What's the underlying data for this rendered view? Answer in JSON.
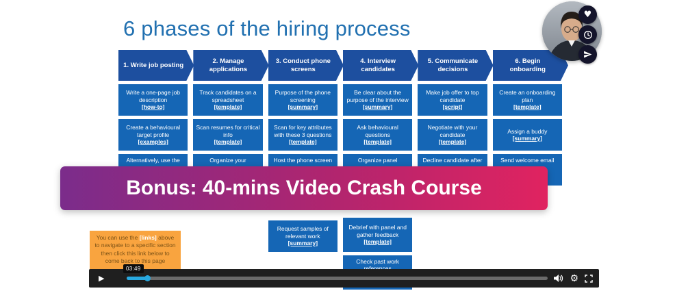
{
  "slide": {
    "title": "6 phases of the hiring process",
    "banner": "Bonus: 40-mins Video Crash Course",
    "note": {
      "pre": "You can use the ",
      "link": "[links]",
      "post": " above to navigate to a specific section then click this link below to come back to this page"
    },
    "phases": [
      {
        "header": "1. Write job posting",
        "cards": [
          {
            "text": "Write a one-page job description",
            "link": "[how-to]"
          },
          {
            "text": "Create a behavioural target profile",
            "link": "[examples]"
          },
          {
            "text": "Alternatively, use the",
            "link": ""
          }
        ]
      },
      {
        "header": "2. Manage applications",
        "cards": [
          {
            "text": "Track candidates on a spreadsheet",
            "link": "[template]"
          },
          {
            "text": "Scan resumes for critical info",
            "link": "[template]"
          },
          {
            "text": "Organize your",
            "link": ""
          }
        ]
      },
      {
        "header": "3. Conduct phone screens",
        "cards": [
          {
            "text": "Purpose of the phone screening",
            "link": "[summary]"
          },
          {
            "text": "Scan for key attributes with these 3 questions",
            "link": "[template]"
          },
          {
            "text": "Host the phone screen",
            "link": ""
          },
          {
            "text": "Request samples of relevant work",
            "link": "[summary]"
          }
        ]
      },
      {
        "header": "4. Interview candidates",
        "cards": [
          {
            "text": "Be clear about the purpose of the interview",
            "link": "[summary]"
          },
          {
            "text": "Ask behavioural questions",
            "link": "[template]"
          },
          {
            "text": "Organize panel",
            "link": ""
          },
          {
            "text": "Debrief with panel and gather feedback",
            "link": "[template]"
          },
          {
            "text": "Check past work references",
            "link": ""
          }
        ]
      },
      {
        "header": "5. Communicate decisions",
        "cards": [
          {
            "text": "Make job offer to top candidate",
            "link": "[script]"
          },
          {
            "text": "Negotiate with your candidate",
            "link": "[template]"
          },
          {
            "text": "Decline candidate after",
            "link": ""
          }
        ]
      },
      {
        "header": "6. Begin onboarding",
        "cards": [
          {
            "text": "Create an onboarding plan",
            "link": "[template]"
          },
          {
            "text": "Assign a buddy",
            "link": "[summary]"
          },
          {
            "text": "Send welcome email",
            "link": ""
          }
        ]
      }
    ]
  },
  "player": {
    "time": "03:49"
  },
  "icons": {
    "play": "▶",
    "heart": "♥",
    "gear": "⚙"
  },
  "colors": {
    "title_blue": "#2170b0",
    "header_blue": "#1d4f9f",
    "card_blue": "#1566b5",
    "banner_gradient_start": "#7b2c8b",
    "banner_gradient_end": "#e02360",
    "note_orange": "#f9a43f",
    "progress_accent": "#28a9e0"
  }
}
